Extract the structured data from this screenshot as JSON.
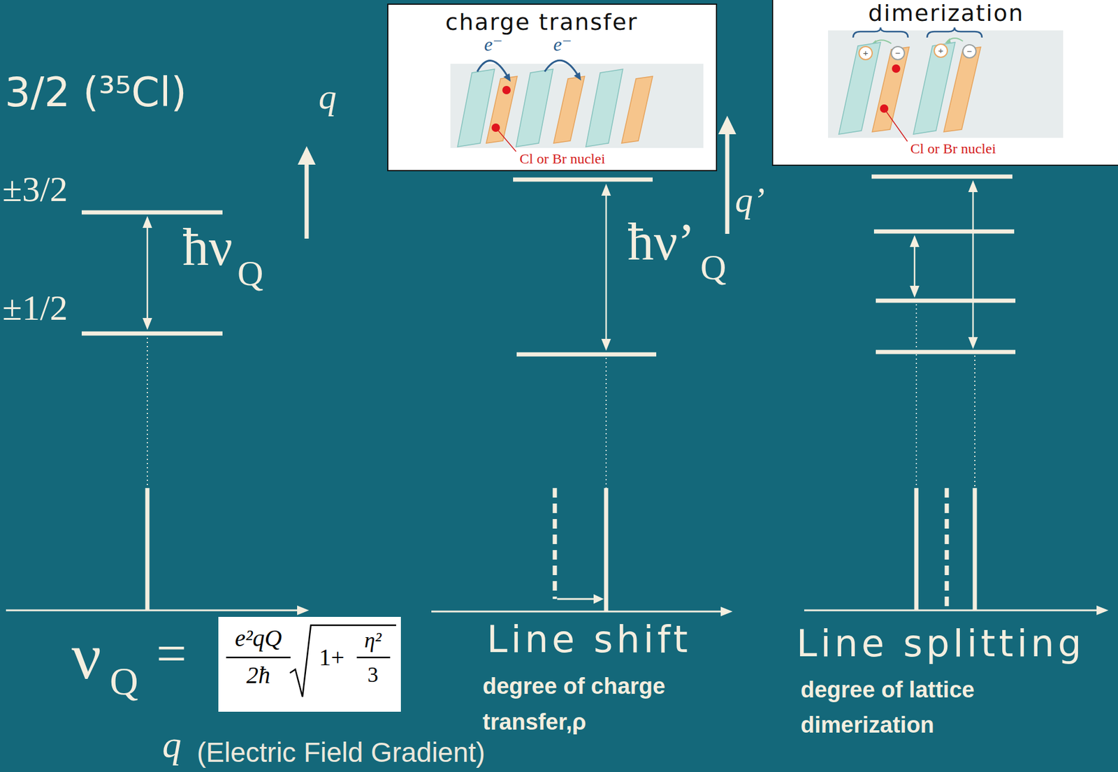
{
  "diagram": {
    "nodes": [
      {
        "text": [
          "charge transfer",
          "e⁻",
          "e⁻",
          "Cl or Br nuclei"
        ]
      },
      {
        "text": [
          "dimerization",
          "+",
          "−",
          "+",
          "−",
          "Cl or Br nuclei"
        ]
      },
      {
        "text": [
          "e²qQ",
          "2ħ",
          "1+",
          "η²",
          "3"
        ]
      }
    ],
    "labels": [
      "3/2 (³⁵Cl)",
      "±3/2",
      "±1/2",
      "q",
      "ħν",
      "Q",
      "ν",
      "Q",
      "=",
      "q",
      "(Electric Field Gradient)",
      "ħν’",
      "Q",
      "q’",
      "Line shift",
      "degree of charge transfer,ρ",
      "Line splitting",
      "degree of lattice dimerization"
    ]
  }
}
